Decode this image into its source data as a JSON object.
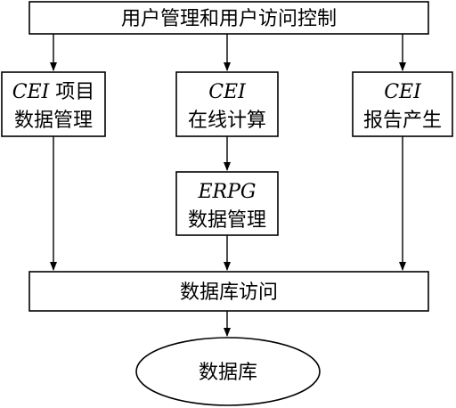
{
  "nodes": {
    "top": {
      "label": "用户管理和用户访问控制"
    },
    "cei_project": {
      "line1_italic": "CEI",
      "line1_text": " 项目",
      "line2": "数据管理"
    },
    "cei_calc": {
      "line1_italic": "CEI",
      "line2": "在线计算"
    },
    "cei_report": {
      "line1_italic": "CEI",
      "line2": "报告产生"
    },
    "erpg": {
      "line1_italic": "ERPG",
      "line2": "数据管理"
    },
    "db_access": {
      "label": "数据库访问"
    },
    "database": {
      "label": "数据库"
    }
  },
  "edges": [
    {
      "from": "top",
      "to": "cei_project"
    },
    {
      "from": "top",
      "to": "cei_calc"
    },
    {
      "from": "top",
      "to": "cei_report"
    },
    {
      "from": "cei_calc",
      "to": "erpg"
    },
    {
      "from": "cei_project",
      "to": "db_access"
    },
    {
      "from": "erpg",
      "to": "db_access"
    },
    {
      "from": "cei_report",
      "to": "db_access"
    },
    {
      "from": "db_access",
      "to": "database"
    }
  ]
}
